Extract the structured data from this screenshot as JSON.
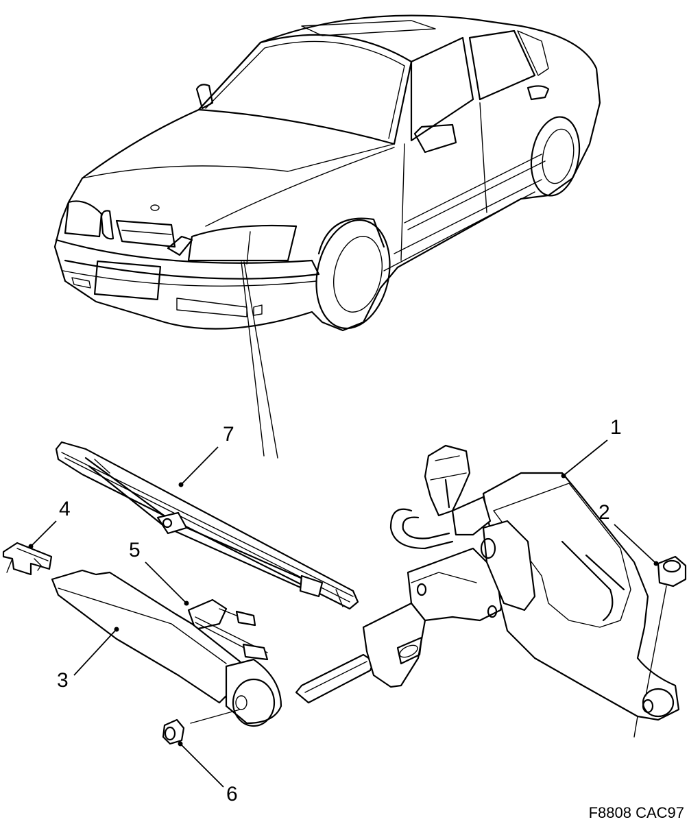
{
  "figure_ref": "F8808 CAC97",
  "callouts": [
    {
      "label": "1",
      "part": "wiper-motor"
    },
    {
      "label": "2",
      "part": "nut"
    },
    {
      "label": "3",
      "part": "wiper-arm"
    },
    {
      "label": "4",
      "part": "clip"
    },
    {
      "label": "5",
      "part": "connector"
    },
    {
      "label": "6",
      "part": "nut"
    },
    {
      "label": "7",
      "part": "wiper-blade"
    }
  ]
}
